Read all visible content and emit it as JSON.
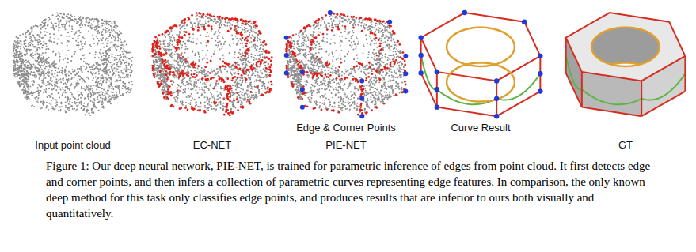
{
  "diagram": {
    "caption": "Figure 1: Our deep neural network, PIE-NET, is trained for parametric inference of edges from point cloud. It first detects edge and corner points, and then infers a collection of parametric curves representing edge features. In comparison, the only known deep method for this task only classifies edge points, and produces results that are inferior to ours both visually and quantitatively.",
    "labels": [
      "Input point cloud",
      "EC-NET",
      "PIE-NET",
      "Edge & Corner Points",
      "Curve Result",
      "GT"
    ]
  }
}
